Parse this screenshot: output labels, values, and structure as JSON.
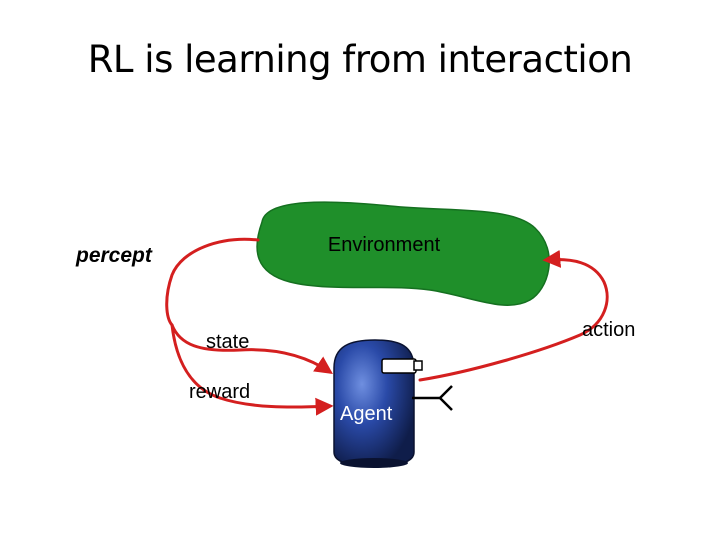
{
  "slide": {
    "title": "RL is learning from interaction"
  },
  "diagram": {
    "environment_label": "Environment",
    "agent_label": "Agent",
    "percept_label": "percept",
    "state_label": "state",
    "reward_label": "reward",
    "action_label": "action"
  },
  "colors": {
    "environment_fill": "#1f8f2a",
    "arrow": "#d41f1f",
    "agent_body": "#1c2f6e",
    "agent_highlight": "#5f7fd0"
  }
}
